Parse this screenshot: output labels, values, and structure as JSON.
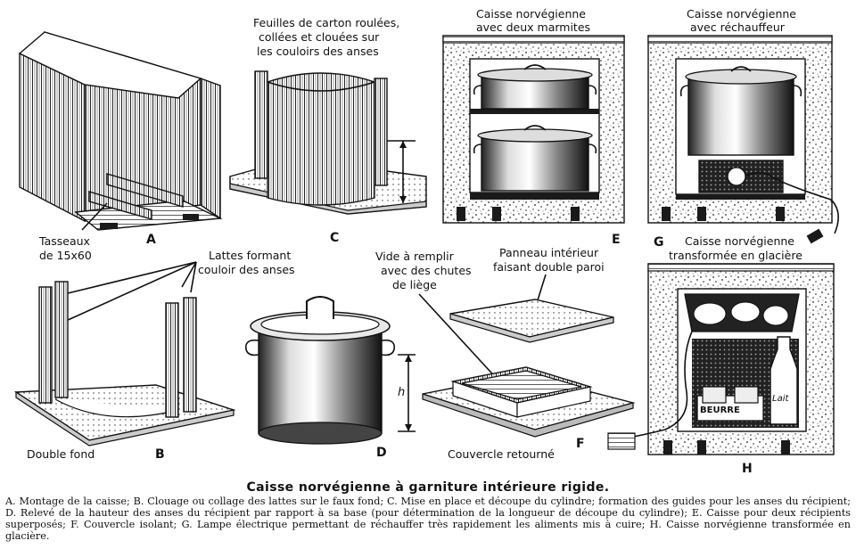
{
  "figure": {
    "title": "Caisse norvégienne à garniture intérieure rigide.",
    "caption": "A. Montage de la caisse; B. Clouage ou collage des lattes sur le faux fond; C. Mise en place et découpe du cylindre; formation des guides pour les anses du récipient; D. Relevé de la hauteur des anses du récipient par rapport à sa base (pour détermination de la longueur de découpe du cylindre); E. Caisse pour deux récipients superposés; F. Couvercle isolant; G. Lampe électrique permettant de réchauffer très rapidement les aliments mis à cuire; H. Caisse norvégienne transformée en glacière."
  },
  "panels": {
    "A": {
      "letter": "A",
      "label_line1": "Tasseaux",
      "label_line2": "de 15x60"
    },
    "B": {
      "letter": "B",
      "label_top_line1": "Lattes formant",
      "label_top_line2": "couloir des anses",
      "label_bottom": "Double fond"
    },
    "C": {
      "letter": "C",
      "label_line1": "Feuilles de carton roulées,",
      "label_line2": "collées et clouées sur",
      "label_line3": "les couloirs des anses"
    },
    "D": {
      "letter": "D",
      "dimension": "h"
    },
    "E": {
      "letter": "E",
      "title_line1": "Caisse norvégienne",
      "title_line2": "avec deux marmites"
    },
    "F": {
      "letter": "F",
      "label_vide_line1": "Vide à remplir",
      "label_vide_line2": "avec des chutes",
      "label_vide_line3": "de liège",
      "label_panneau_line1": "Panneau intérieur",
      "label_panneau_line2": "faisant double paroi",
      "label_couvercle": "Couvercle retourné"
    },
    "G": {
      "letter": "G",
      "title_line1": "Caisse norvégienne",
      "title_line2": "avec réchauffeur"
    },
    "H": {
      "letter": "H",
      "title_line1": "Caisse norvégienne",
      "title_line2": "transformée en glacière",
      "jar_label": "BEURRE",
      "bottle_label": "Lait"
    }
  }
}
